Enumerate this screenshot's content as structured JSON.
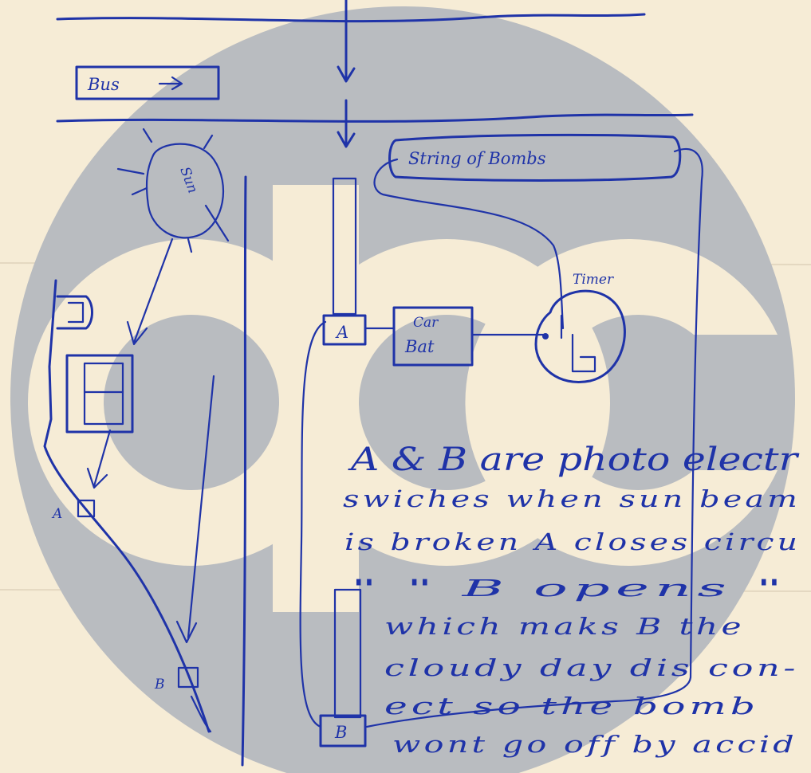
{
  "watermark_text": "abc",
  "labels": {
    "bus": "Bus",
    "sun": "Sun",
    "string_of_bombs": "String of Bombs",
    "timer": "Timer",
    "car_bat_line1": "Car",
    "car_bat_line2": "Bat",
    "switch_a": "A",
    "switch_b": "B",
    "street_a": "A",
    "street_b": "B"
  },
  "note_lines": [
    "A & B are photo electr",
    "swiches when sun beam",
    "is broken A closes circu",
    "\"     \"     B opens    \"",
    "which maks B the",
    "cloudy day dis con-",
    "ect   so the bomb",
    "wont go off by accid"
  ],
  "colors": {
    "paper": "#f6ecd6",
    "ink": "#1f33a8",
    "watermark": "#b9bcc0"
  }
}
